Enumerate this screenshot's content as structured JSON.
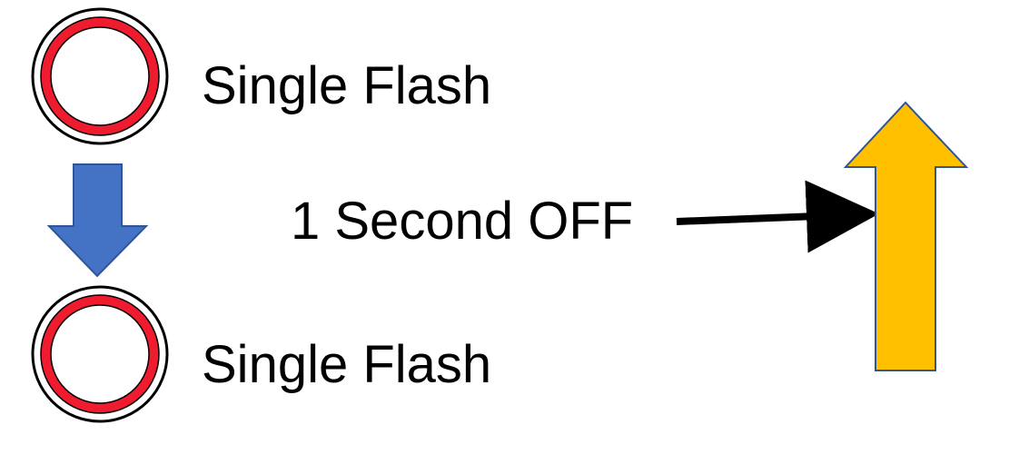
{
  "states": [
    {
      "label": "Single Flash",
      "icon": "flash-ring-icon"
    },
    {
      "label": "Single Flash",
      "icon": "flash-ring-icon"
    }
  ],
  "pause": {
    "label": "1 Second OFF"
  },
  "colors": {
    "ring_outer": "#000000",
    "ring_fill": "#ee1c2e",
    "ring_white": "#ffffff",
    "down_arrow": "#4472c4",
    "up_arrow_fill": "#ffc000",
    "up_arrow_stroke": "#2f5597",
    "connector": "#000000"
  }
}
